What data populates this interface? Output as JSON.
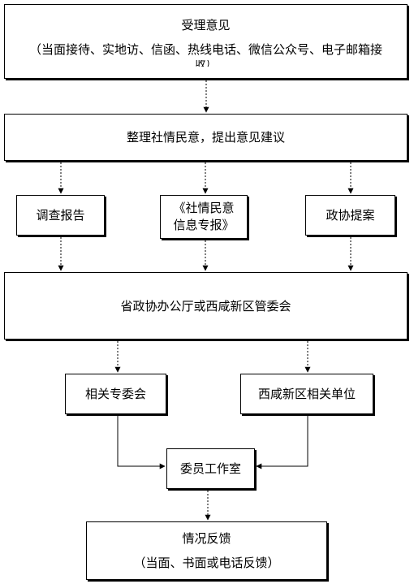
{
  "flow": {
    "accept": {
      "title": "受理意见",
      "detail": "（当面接待、实地访、信函、热线电话、微信公众号、电子邮箱接",
      "detail_overflow": "收）"
    },
    "organize": {
      "label": "整理社情民意，提出意见建议"
    },
    "survey_report": {
      "label": "调查报告"
    },
    "special_report": {
      "line1": "《社情民意",
      "line2": "信息专报》"
    },
    "proposal": {
      "label": "政协提案"
    },
    "office": {
      "label": "省政协办公厅或西咸新区管委会"
    },
    "committee": {
      "label": "相关专委会"
    },
    "units": {
      "label": "西咸新区相关单位"
    },
    "studio": {
      "label": "委员工作室"
    },
    "feedback": {
      "title": "情况反馈",
      "detail": "（当面、书面或电话反馈）"
    }
  }
}
